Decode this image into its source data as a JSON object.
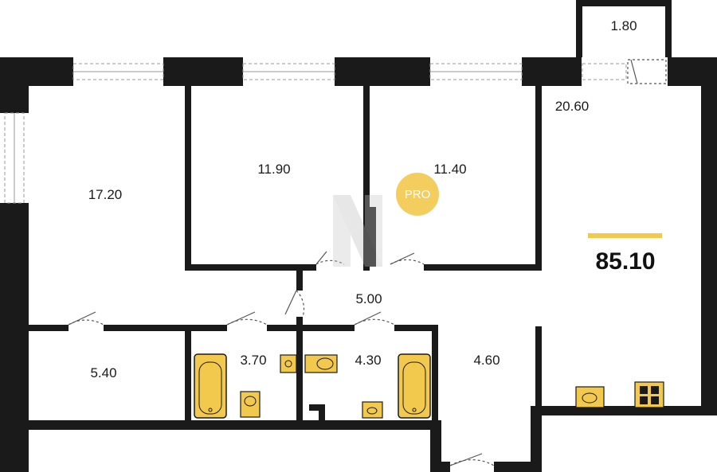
{
  "plan": {
    "total_area": "85.10",
    "badge": "PRO",
    "accent_color": "#f2c94c",
    "wall_color": "#1a1a1a",
    "rooms": {
      "balcony": "1.80",
      "kitchen_living": "20.60",
      "bedroom_left": "17.20",
      "bedroom_middle": "11.90",
      "bedroom_right": "11.40",
      "hall": "5.00",
      "storage": "5.40",
      "bathroom": "3.70",
      "wc_bath": "4.30",
      "entrance": "4.60"
    }
  }
}
